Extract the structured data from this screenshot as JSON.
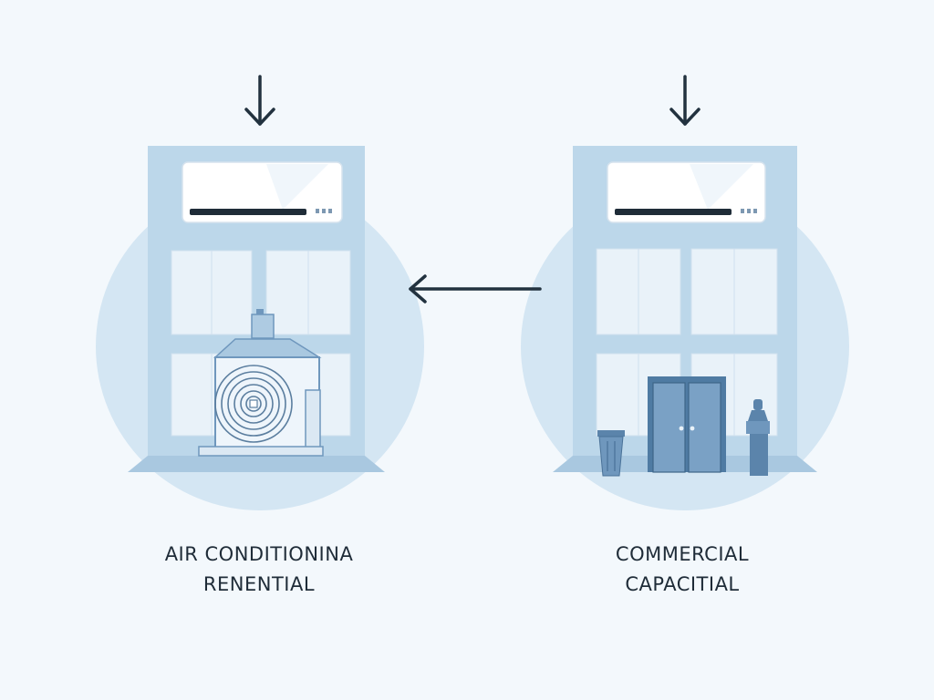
{
  "panels": [
    {
      "id": "residential",
      "caption_line1": "AIR CONDITIONINA",
      "caption_line2": "RENENTIAL",
      "unit_icon": "outdoor-condenser-icon"
    },
    {
      "id": "commercial",
      "caption_line1": "COMMERCIAL",
      "caption_line2": "CAPACITIAL",
      "unit_icon": "double-door-icon"
    }
  ],
  "icons": {
    "top_arrows": "arrow-down-icon",
    "connector": "arrow-left-icon",
    "indoor_unit": "wall-mounted-ac-icon",
    "bins": "trash-bin-icon",
    "hydrant": "fire-hydrant-icon"
  },
  "colors": {
    "background": "#f3f8fc",
    "circle": "#d4e6f3",
    "building": "#bcd7ea",
    "window": "#e9f2f9",
    "accent": "#6f97bd",
    "arrow": "#22323f",
    "text": "#1f2c38"
  }
}
